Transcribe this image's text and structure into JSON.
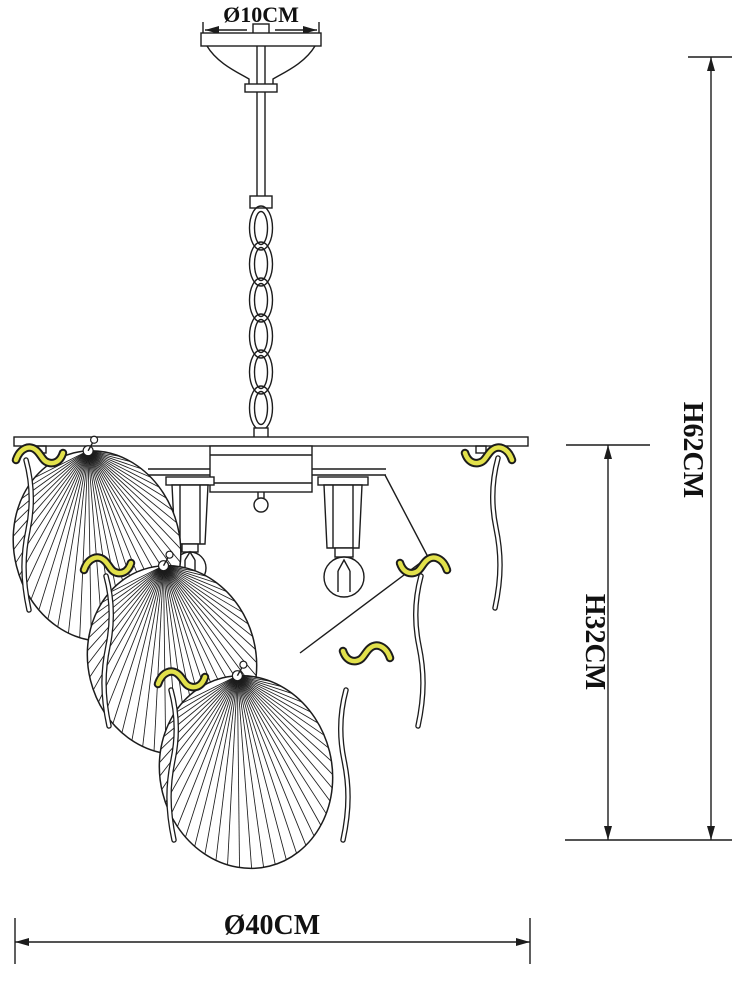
{
  "drawing": {
    "kind": "chandelier-dimension-drawing",
    "labels": {
      "canopy_diameter": "Ø10CM",
      "total_height": "H62CM",
      "body_height": "H32CM",
      "fixture_diameter": "Ø40CM"
    },
    "colors": {
      "line": "#1c1c1c",
      "hook_accent": "#e2e14b",
      "background": "#ffffff"
    }
  }
}
